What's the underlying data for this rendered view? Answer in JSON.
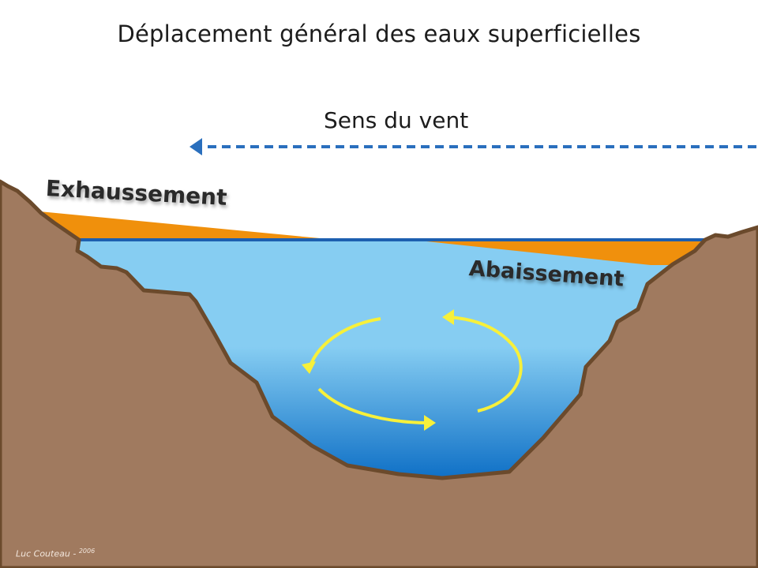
{
  "diagram": {
    "title": "Déplacement général des eaux superficielles",
    "wind_label": "Sens du vent",
    "rise_label": "Exhaussement",
    "drop_label": "Abaissement",
    "credit_author": "Luc Couteau",
    "credit_separator": "-",
    "credit_year": "2006"
  },
  "colors": {
    "terrain": "#a07a5f",
    "terrain_outline": "#6b4a2c",
    "water_top": "#86cdf2",
    "water_bottom": "#0f70c6",
    "water_surface_line": "#1d5fb0",
    "wedge": "#f0900c",
    "wind_arrow": "#2a6fbd",
    "circulation_arrows": "#f7f03a"
  },
  "icons": {
    "wind_arrow": "dashed-arrow-left",
    "circulation": "circular-arrows-clockwise"
  }
}
